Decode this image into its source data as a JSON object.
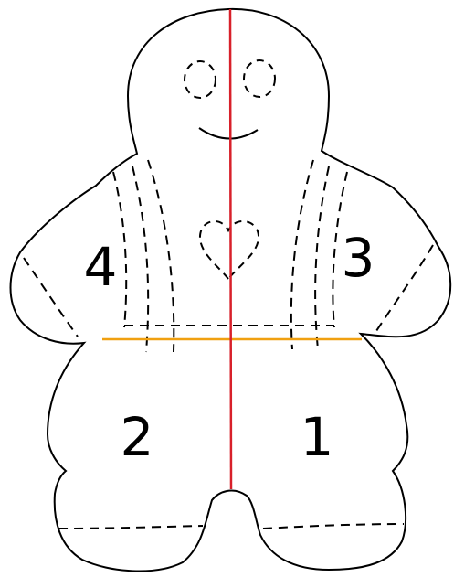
{
  "diagram": {
    "colors": {
      "outline": "#000000",
      "vertical_line": "#d8202a",
      "horizontal_line": "#f0a010",
      "background": "#ffffff"
    },
    "regions": [
      {
        "id": "1",
        "label": "1"
      },
      {
        "id": "2",
        "label": "2"
      },
      {
        "id": "3",
        "label": "3"
      },
      {
        "id": "4",
        "label": "4"
      }
    ]
  }
}
